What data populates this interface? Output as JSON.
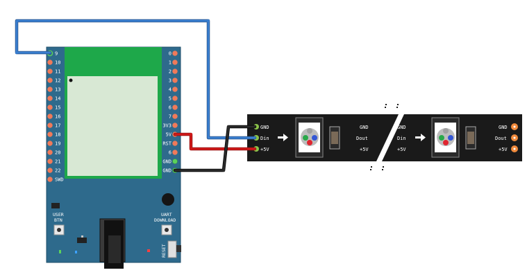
{
  "board": {
    "left_pins": [
      "9",
      "10",
      "11",
      "12",
      "13",
      "14",
      "15",
      "16",
      "17",
      "18",
      "19",
      "20",
      "21",
      "22",
      "SWD"
    ],
    "right_pins": [
      "0",
      "1",
      "2",
      "3",
      "4",
      "5",
      "6",
      "7",
      "3V3",
      "5V",
      "RST",
      "6",
      "GND",
      "GND"
    ],
    "user_btn_line1": "USER",
    "user_btn_line2": "BTN",
    "uart_line1": "UART",
    "uart_line2": "DOWNLOAD",
    "reset_label": "RESET"
  },
  "strip": {
    "segment1_inputs": [
      "GND",
      "Din",
      "+5V"
    ],
    "segment1_outputs": [
      "GND",
      "Dout",
      "+5V"
    ],
    "segment2_inputs": [
      "GND",
      "Din",
      "+5V"
    ],
    "segment2_outputs": [
      "GND",
      "Dout",
      "+5V"
    ]
  },
  "colors": {
    "board": "#2e6a8c",
    "antenna": "#1ea84a",
    "module": "#d8e8d4",
    "strip": "#1a1a1a",
    "wire_data": "#3a7fd0",
    "wire_power": "#d01818",
    "wire_ground": "#2a2a2a"
  }
}
